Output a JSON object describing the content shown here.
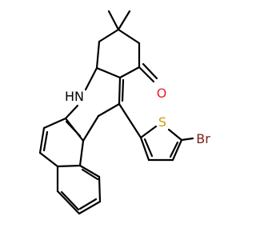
{
  "atoms": {
    "nitrogen": {
      "symbol": "N",
      "hydrogen": "H",
      "color": "#000000"
    },
    "oxygen": {
      "symbol": "O",
      "color": "#e8212a"
    },
    "sulfur": {
      "symbol": "S",
      "color": "#c8a000"
    },
    "bromine": {
      "symbol": "Br",
      "color": "#7b1c1c"
    }
  },
  "colors": {
    "bond": "#000000",
    "background": "#ffffff"
  }
}
